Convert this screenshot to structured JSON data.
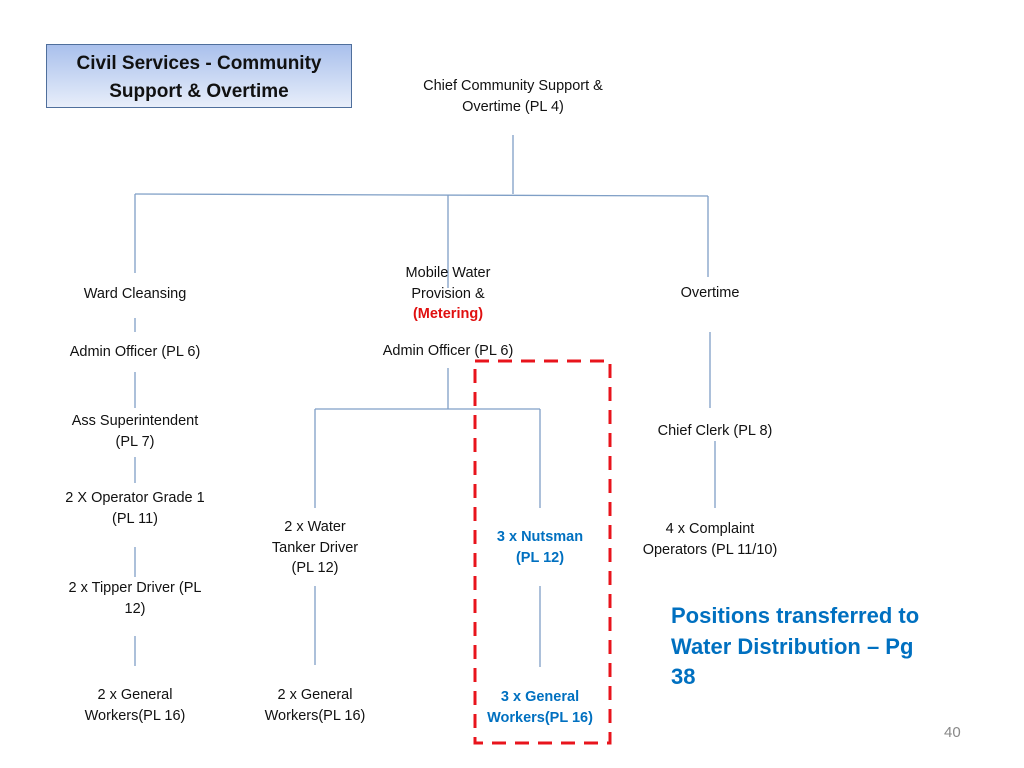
{
  "title": [
    "Civil Services - Community",
    "Support & Overtime"
  ],
  "nodes": {
    "chief": [
      "Chief Community Support &",
      "Overtime (PL 4)"
    ],
    "ward_cleansing": [
      "Ward Cleansing"
    ],
    "mobile_water": [
      "Mobile Water",
      "Provision &",
      "(Metering)"
    ],
    "overtime": [
      "Overtime"
    ],
    "admin_officer_left": [
      "Admin Officer (PL 6)"
    ],
    "admin_officer_mid": [
      "Admin Officer (PL 6)"
    ],
    "ass_superintendent": [
      "Ass Superintendent",
      "(PL 7)"
    ],
    "chief_clerk": [
      "Chief Clerk (PL 8)"
    ],
    "operator_grade": [
      "2 X Operator Grade 1",
      "(PL 11)"
    ],
    "water_tanker": [
      "2 x Water",
      "Tanker Driver",
      "(PL 12)"
    ],
    "nutsman": [
      "3 x Nutsman",
      "(PL 12)"
    ],
    "complaint_operators": [
      "4 x Complaint",
      "Operators (PL 11/10)"
    ],
    "tipper_driver": [
      "2 x Tipper Driver (PL",
      "12)"
    ],
    "general_workers_left": [
      "2 x General",
      "Workers(PL 16)"
    ],
    "general_workers_mid": [
      "2 x General",
      "Workers(PL 16)"
    ],
    "general_workers_transferred": [
      "3 x General",
      "Workers(PL 16)"
    ]
  },
  "note": [
    "Positions transferred to",
    "Water Distribution – Pg",
    "38"
  ],
  "page_number": "40",
  "colors": {
    "connector": "#7f9fc6",
    "highlight": "#e8141c",
    "accent": "#0070c0"
  }
}
